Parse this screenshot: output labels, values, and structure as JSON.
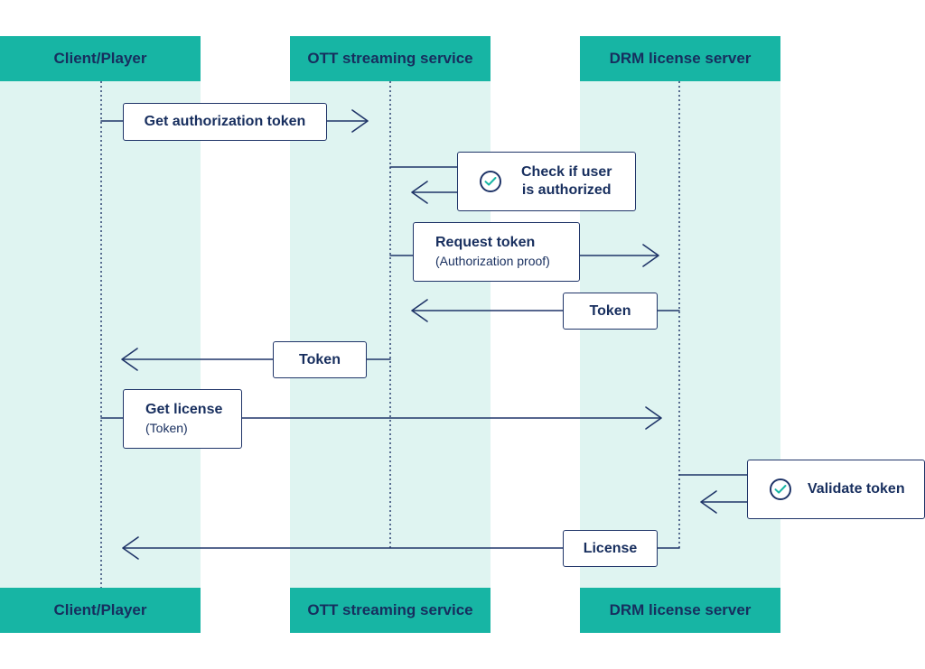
{
  "lanes": {
    "client": "Client/Player",
    "ott": "OTT streaming service",
    "drm": "DRM license server"
  },
  "messages": {
    "get_auth_token": "Get authorization token",
    "check_user_line1": "Check if user",
    "check_user_line2": "is authorized",
    "request_token": "Request token",
    "request_token_sub": "(Authorization proof)",
    "token_from_drm": "Token",
    "token_to_client": "Token",
    "get_license": "Get license",
    "get_license_sub": "(Token)",
    "validate_token": "Validate token",
    "license": "License"
  },
  "colors": {
    "lane_header": "#17b5a4",
    "lane_body": "#dff4f1",
    "line": "#1f3468",
    "check": "#17b5a4"
  }
}
